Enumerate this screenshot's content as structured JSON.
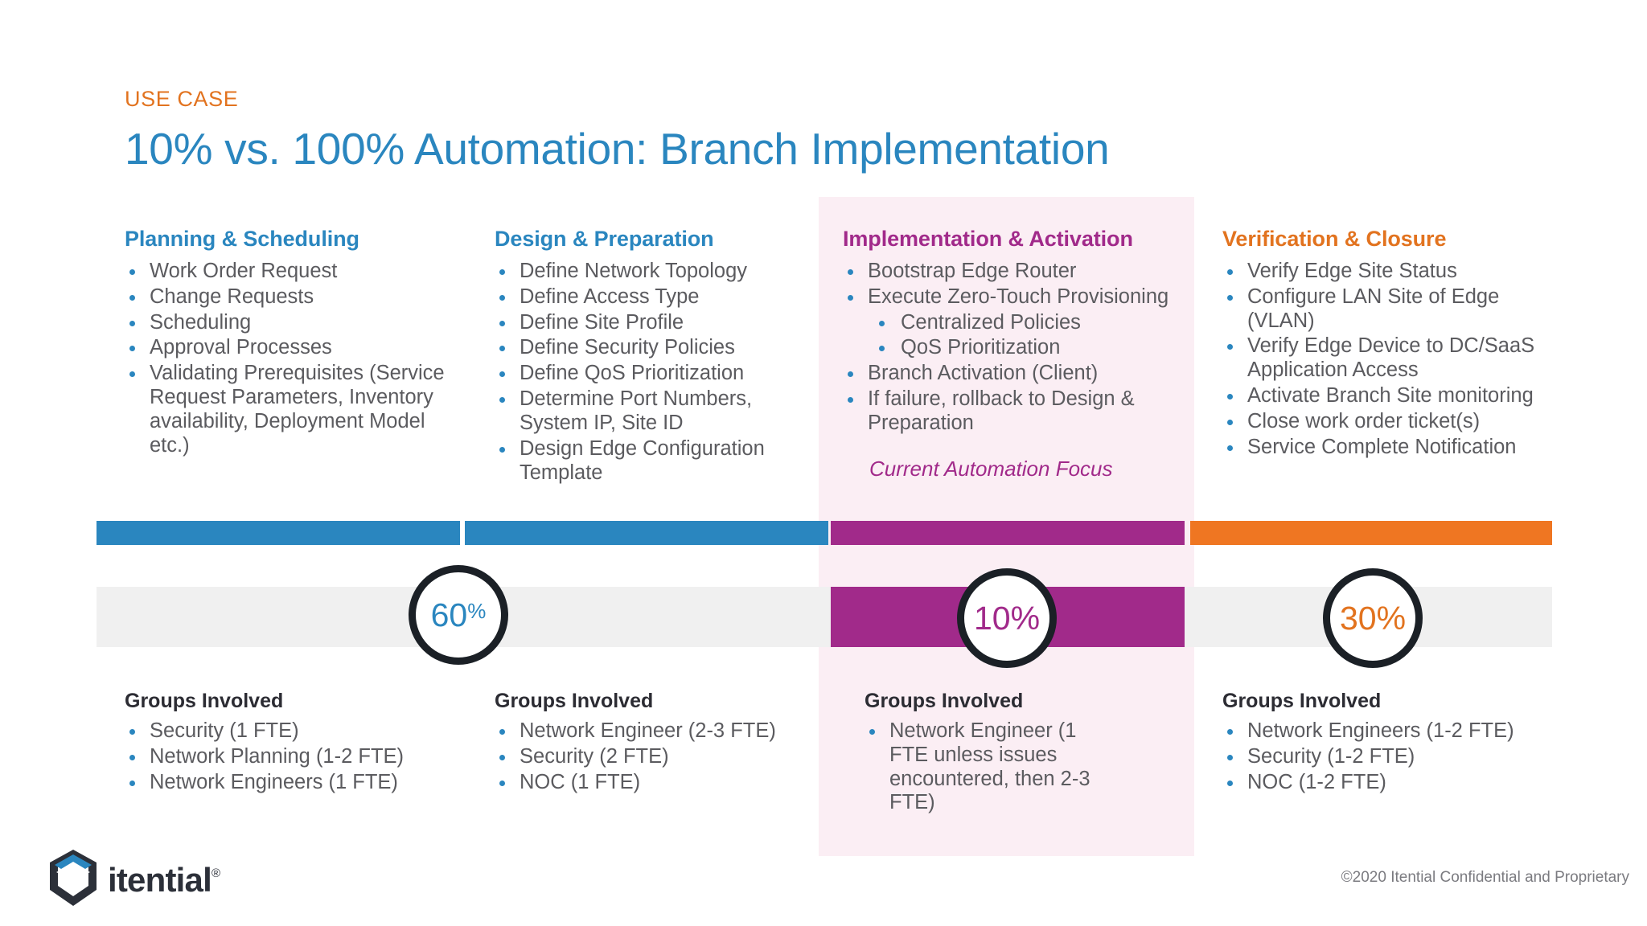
{
  "header": {
    "eyebrow": "USE CASE",
    "title": "10% vs. 100% Automation: Branch Implementation"
  },
  "colors": {
    "blue": "#2a86bf",
    "purple": "#a12a8a",
    "orange": "#e2731f",
    "bar_orange": "#ef7622",
    "highlight_panel": "#fbeef4",
    "band_grey": "#f0f0f0",
    "circle_ring": "#1b2026",
    "body_text": "#5b5b5f"
  },
  "phases": [
    {
      "heading": "Planning & Scheduling",
      "heading_color": "#2a86bf",
      "bar_color": "#2a86bf",
      "bullets": [
        {
          "text": "Work Order Request",
          "level": 1
        },
        {
          "text": "Change Requests",
          "level": 1
        },
        {
          "text": "Scheduling",
          "level": 1
        },
        {
          "text": "Approval Processes",
          "level": 1
        },
        {
          "text": "Validating Prerequisites (Service Request Parameters, Inventory availability, Deployment Model etc.)",
          "level": 1
        }
      ],
      "note": "",
      "groups_title": "Groups Involved",
      "groups": [
        "Security (1 FTE)",
        "Network Planning (1-2 FTE)",
        "Network Engineers (1 FTE)"
      ]
    },
    {
      "heading": "Design & Preparation",
      "heading_color": "#2a86bf",
      "bar_color": "#2a86bf",
      "bullets": [
        {
          "text": "Define Network Topology",
          "level": 1
        },
        {
          "text": "Define Access Type",
          "level": 1
        },
        {
          "text": "Define Site Profile",
          "level": 1
        },
        {
          "text": "Define Security Policies",
          "level": 1
        },
        {
          "text": "Define QoS Prioritization",
          "level": 1
        },
        {
          "text": "Determine Port Numbers, System IP, Site ID",
          "level": 1
        },
        {
          "text": "Design Edge Configuration Template",
          "level": 1
        }
      ],
      "note": "",
      "groups_title": "Groups Involved",
      "groups": [
        "Network Engineer (2-3 FTE)",
        "Security (2 FTE)",
        "NOC (1 FTE)"
      ]
    },
    {
      "heading": "Implementation & Activation",
      "heading_color": "#a12a8a",
      "bar_color": "#a12a8a",
      "bullets": [
        {
          "text": "Bootstrap Edge Router",
          "level": 1
        },
        {
          "text": "Execute Zero-Touch Provisioning",
          "level": 1
        },
        {
          "text": "Centralized Policies",
          "level": 2
        },
        {
          "text": "QoS Prioritization",
          "level": 2
        },
        {
          "text": "Branch Activation (Client)",
          "level": 1
        },
        {
          "text": "If failure, rollback to Design & Preparation",
          "level": 1
        }
      ],
      "note": "Current Automation Focus",
      "groups_title": "Groups Involved",
      "groups": [
        "Network Engineer (1 FTE unless issues encountered, then 2-3 FTE)"
      ]
    },
    {
      "heading": "Verification & Closure",
      "heading_color": "#e2731f",
      "bar_color": "#ef7622",
      "bullets": [
        {
          "text": "Verify Edge Site Status",
          "level": 1
        },
        {
          "text": "Configure LAN Site of Edge (VLAN)",
          "level": 1
        },
        {
          "text": "Verify Edge Device to DC/SaaS Application Access",
          "level": 1
        },
        {
          "text": "Activate Branch Site monitoring",
          "level": 1
        },
        {
          "text": "Close work order ticket(s)",
          "level": 1
        },
        {
          "text": "Service Complete Notification",
          "level": 1
        }
      ],
      "note": "",
      "groups_title": "Groups Involved",
      "groups": [
        "Network Engineers (1-2 FTE)",
        "Security (1-2 FTE)",
        "NOC (1-2 FTE)"
      ]
    }
  ],
  "effort_split": [
    {
      "number": "60",
      "suffix": "%",
      "suffix_superscript": true,
      "color": "#2a86bf"
    },
    {
      "number": "10",
      "suffix": "%",
      "suffix_superscript": false,
      "color": "#a12a8a"
    },
    {
      "number": "30",
      "suffix": "%",
      "suffix_superscript": false,
      "color": "#e2731f"
    }
  ],
  "logo": {
    "wordmark": "itential",
    "registered": "®"
  },
  "footer": {
    "copyright": "©2020 Itential Confidential and Proprietary"
  }
}
